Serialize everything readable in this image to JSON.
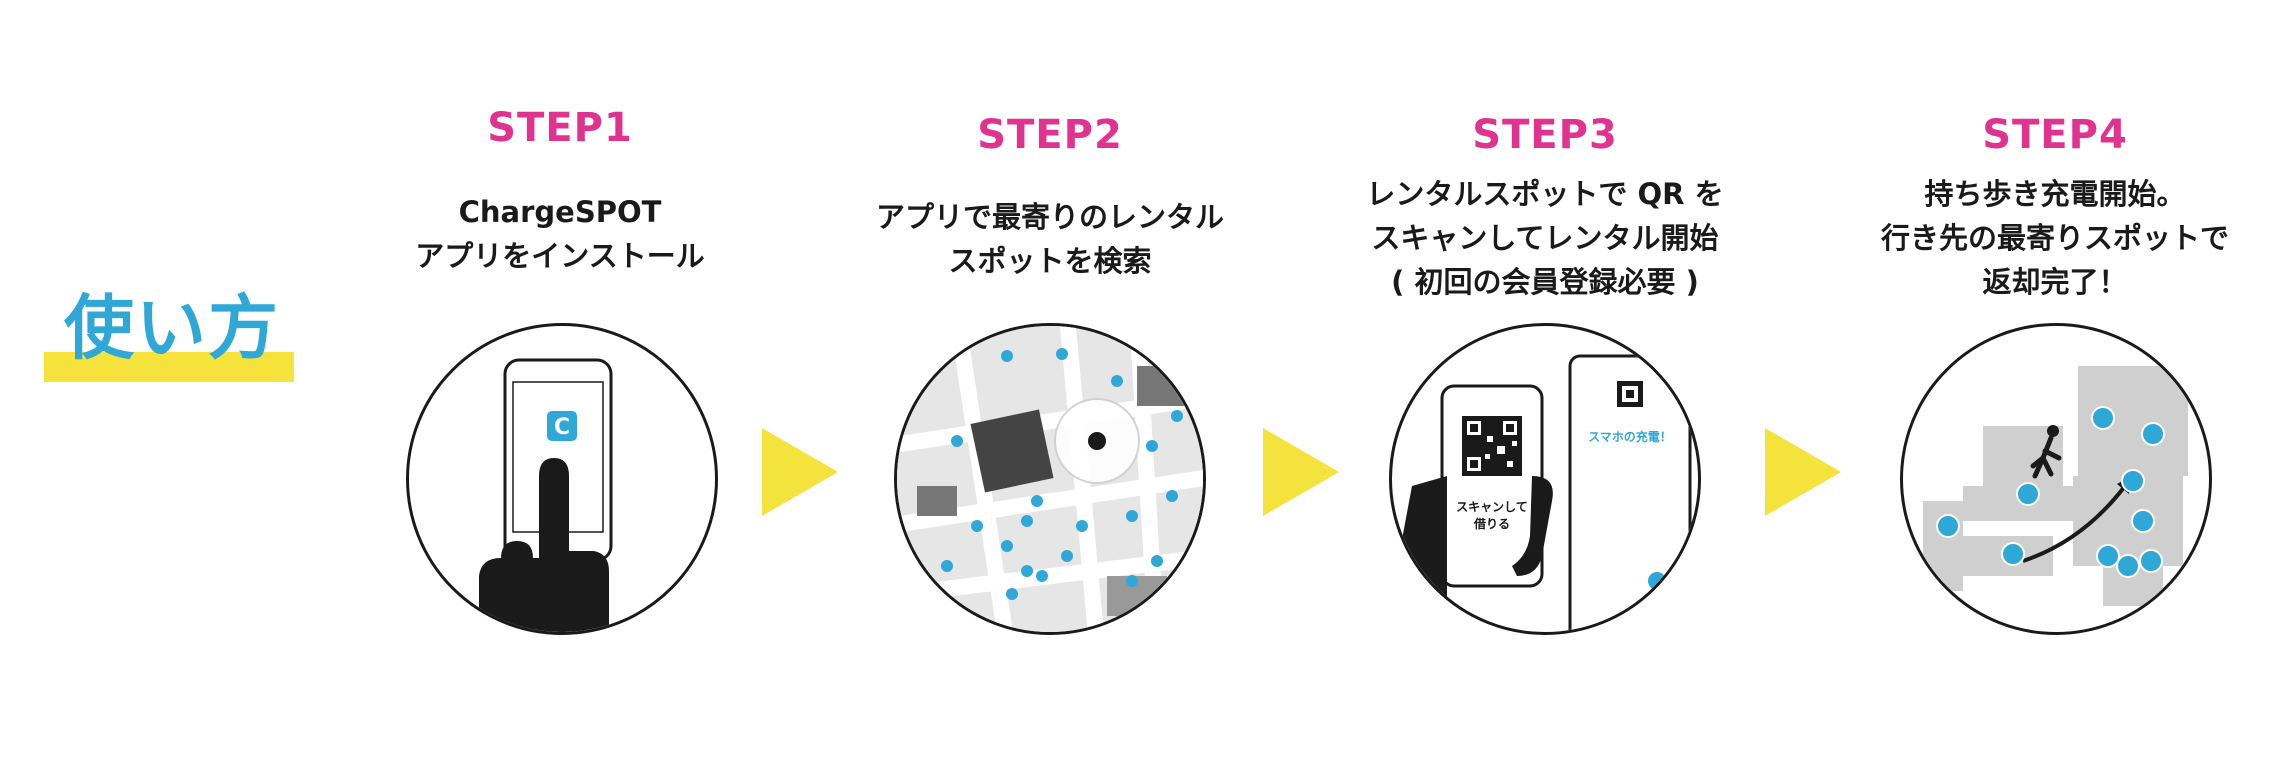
{
  "heading": "使い方",
  "steps": [
    {
      "title": "STEP1",
      "lines": [
        "ChargeSPOT",
        "アプリをインストール"
      ]
    },
    {
      "title": "STEP2",
      "lines": [
        "アプリで最寄りのレンタル",
        "スポットを検索"
      ]
    },
    {
      "title": "STEP3",
      "lines": [
        "レンタルスポットで QR を",
        "スキャンしてレンタル開始",
        "( 初回の会員登録必要 )"
      ]
    },
    {
      "title": "STEP4",
      "lines": [
        "持ち歩き充電開始。",
        "行き先の最寄りスポットで",
        "返却完了！"
      ]
    }
  ],
  "illustrations": {
    "step3_phone_text": [
      "スキャンして",
      "借りる"
    ],
    "step3_poster_text": "スマホの充電！"
  },
  "colors": {
    "accent_pink": "#e0338f",
    "accent_blue": "#2fa8d8",
    "accent_yellow": "#f4e23d"
  }
}
